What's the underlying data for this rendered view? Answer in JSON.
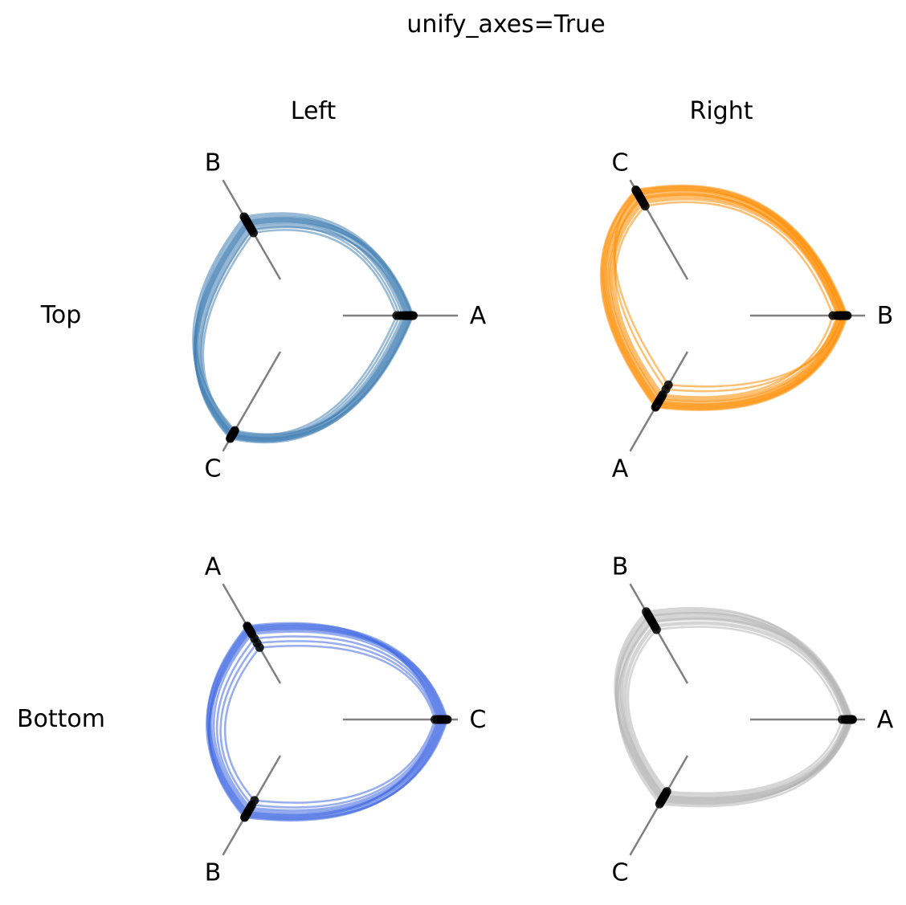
{
  "figure": {
    "suptitle": "unify_axes=True",
    "column_titles": [
      "Left",
      "Right"
    ],
    "row_titles": [
      "Top",
      "Bottom"
    ]
  },
  "chart_data": [
    {
      "type": "radar",
      "row": "Top",
      "column": "Left",
      "color": "#4682b4",
      "axes": [
        "A",
        "B",
        "C"
      ],
      "axis_range": [
        0,
        1
      ],
      "spoke_color": "#808080",
      "marker_color": "#000000",
      "series": [
        {
          "values": [
            0.52,
            0.52,
            0.89
          ]
        },
        {
          "values": [
            0.55,
            0.56,
            0.91
          ]
        },
        {
          "values": [
            0.58,
            0.61,
            0.92
          ]
        },
        {
          "values": [
            0.6,
            0.58,
            0.93
          ]
        },
        {
          "values": [
            0.61,
            0.63,
            0.94
          ]
        },
        {
          "values": [
            0.62,
            0.55,
            0.9
          ]
        },
        {
          "values": [
            0.63,
            0.65,
            0.95
          ]
        },
        {
          "values": [
            0.64,
            0.68,
            0.88
          ]
        },
        {
          "values": [
            0.65,
            0.62,
            0.96
          ]
        },
        {
          "values": [
            0.66,
            0.66,
            0.93
          ]
        },
        {
          "values": [
            0.67,
            0.6,
            0.97
          ]
        },
        {
          "values": [
            0.67,
            0.7,
            0.92
          ]
        },
        {
          "values": [
            0.68,
            0.64,
            0.95
          ]
        }
      ]
    },
    {
      "type": "radar",
      "row": "Top",
      "column": "Right",
      "color": "#ff8c00",
      "axes": [
        "B",
        "C",
        "A"
      ],
      "axis_range": [
        0,
        1
      ],
      "spoke_color": "#808080",
      "marker_color": "#000000",
      "series": [
        {
          "values": [
            0.8,
            0.82,
            0.48
          ]
        },
        {
          "values": [
            0.84,
            0.85,
            0.5
          ]
        },
        {
          "values": [
            0.86,
            0.87,
            0.52
          ]
        },
        {
          "values": [
            0.87,
            0.89,
            0.53
          ]
        },
        {
          "values": [
            0.88,
            0.9,
            0.55
          ]
        },
        {
          "values": [
            0.89,
            0.92,
            0.56
          ]
        },
        {
          "values": [
            0.9,
            0.94,
            0.57
          ]
        },
        {
          "values": [
            0.91,
            0.95,
            0.58
          ]
        },
        {
          "values": [
            0.92,
            0.96,
            0.6
          ]
        },
        {
          "values": [
            0.92,
            0.98,
            0.59
          ]
        },
        {
          "values": [
            0.93,
            0.99,
            0.61
          ]
        },
        {
          "values": [
            0.94,
            1.0,
            0.62
          ]
        },
        {
          "values": [
            0.85,
            0.91,
            0.42
          ]
        },
        {
          "values": [
            0.89,
            0.97,
            0.37
          ]
        }
      ]
    },
    {
      "type": "radar",
      "row": "Bottom",
      "column": "Left",
      "color": "#4169e1",
      "axes": [
        "C",
        "A",
        "B"
      ],
      "axis_range": [
        0,
        1
      ],
      "spoke_color": "#808080",
      "marker_color": "#000000",
      "series": [
        {
          "values": [
            0.89,
            0.4,
            0.5
          ]
        },
        {
          "values": [
            0.91,
            0.45,
            0.55
          ]
        },
        {
          "values": [
            0.93,
            0.5,
            0.58
          ]
        },
        {
          "values": [
            0.95,
            0.55,
            0.6
          ]
        },
        {
          "values": [
            0.96,
            0.58,
            0.62
          ]
        },
        {
          "values": [
            0.97,
            0.6,
            0.64
          ]
        },
        {
          "values": [
            0.98,
            0.62,
            0.66
          ]
        },
        {
          "values": [
            1.0,
            0.63,
            0.68
          ]
        },
        {
          "values": [
            0.99,
            0.57,
            0.69
          ]
        },
        {
          "values": [
            0.94,
            0.61,
            0.63
          ]
        },
        {
          "values": [
            1.01,
            0.59,
            0.67
          ]
        },
        {
          "values": [
            0.92,
            0.64,
            0.65
          ]
        }
      ]
    },
    {
      "type": "radar",
      "row": "Bottom",
      "column": "Right",
      "color": "#b4b4b4",
      "axes": [
        "A",
        "B",
        "C"
      ],
      "axis_range": [
        0,
        1
      ],
      "spoke_color": "#808080",
      "marker_color": "#000000",
      "series": [
        {
          "values": [
            0.89,
            0.6,
            0.4
          ]
        },
        {
          "values": [
            0.92,
            0.63,
            0.42
          ]
        },
        {
          "values": [
            0.94,
            0.65,
            0.44
          ]
        },
        {
          "values": [
            0.95,
            0.68,
            0.45
          ]
        },
        {
          "values": [
            0.96,
            0.7,
            0.46
          ]
        },
        {
          "values": [
            0.97,
            0.72,
            0.47
          ]
        },
        {
          "values": [
            0.98,
            0.75,
            0.48
          ]
        },
        {
          "values": [
            0.99,
            0.78,
            0.49
          ]
        },
        {
          "values": [
            0.96,
            0.8,
            0.5
          ]
        },
        {
          "values": [
            0.93,
            0.74,
            0.52
          ]
        },
        {
          "values": [
            0.98,
            0.69,
            0.54
          ]
        },
        {
          "values": [
            0.95,
            0.76,
            0.51
          ]
        }
      ]
    }
  ]
}
